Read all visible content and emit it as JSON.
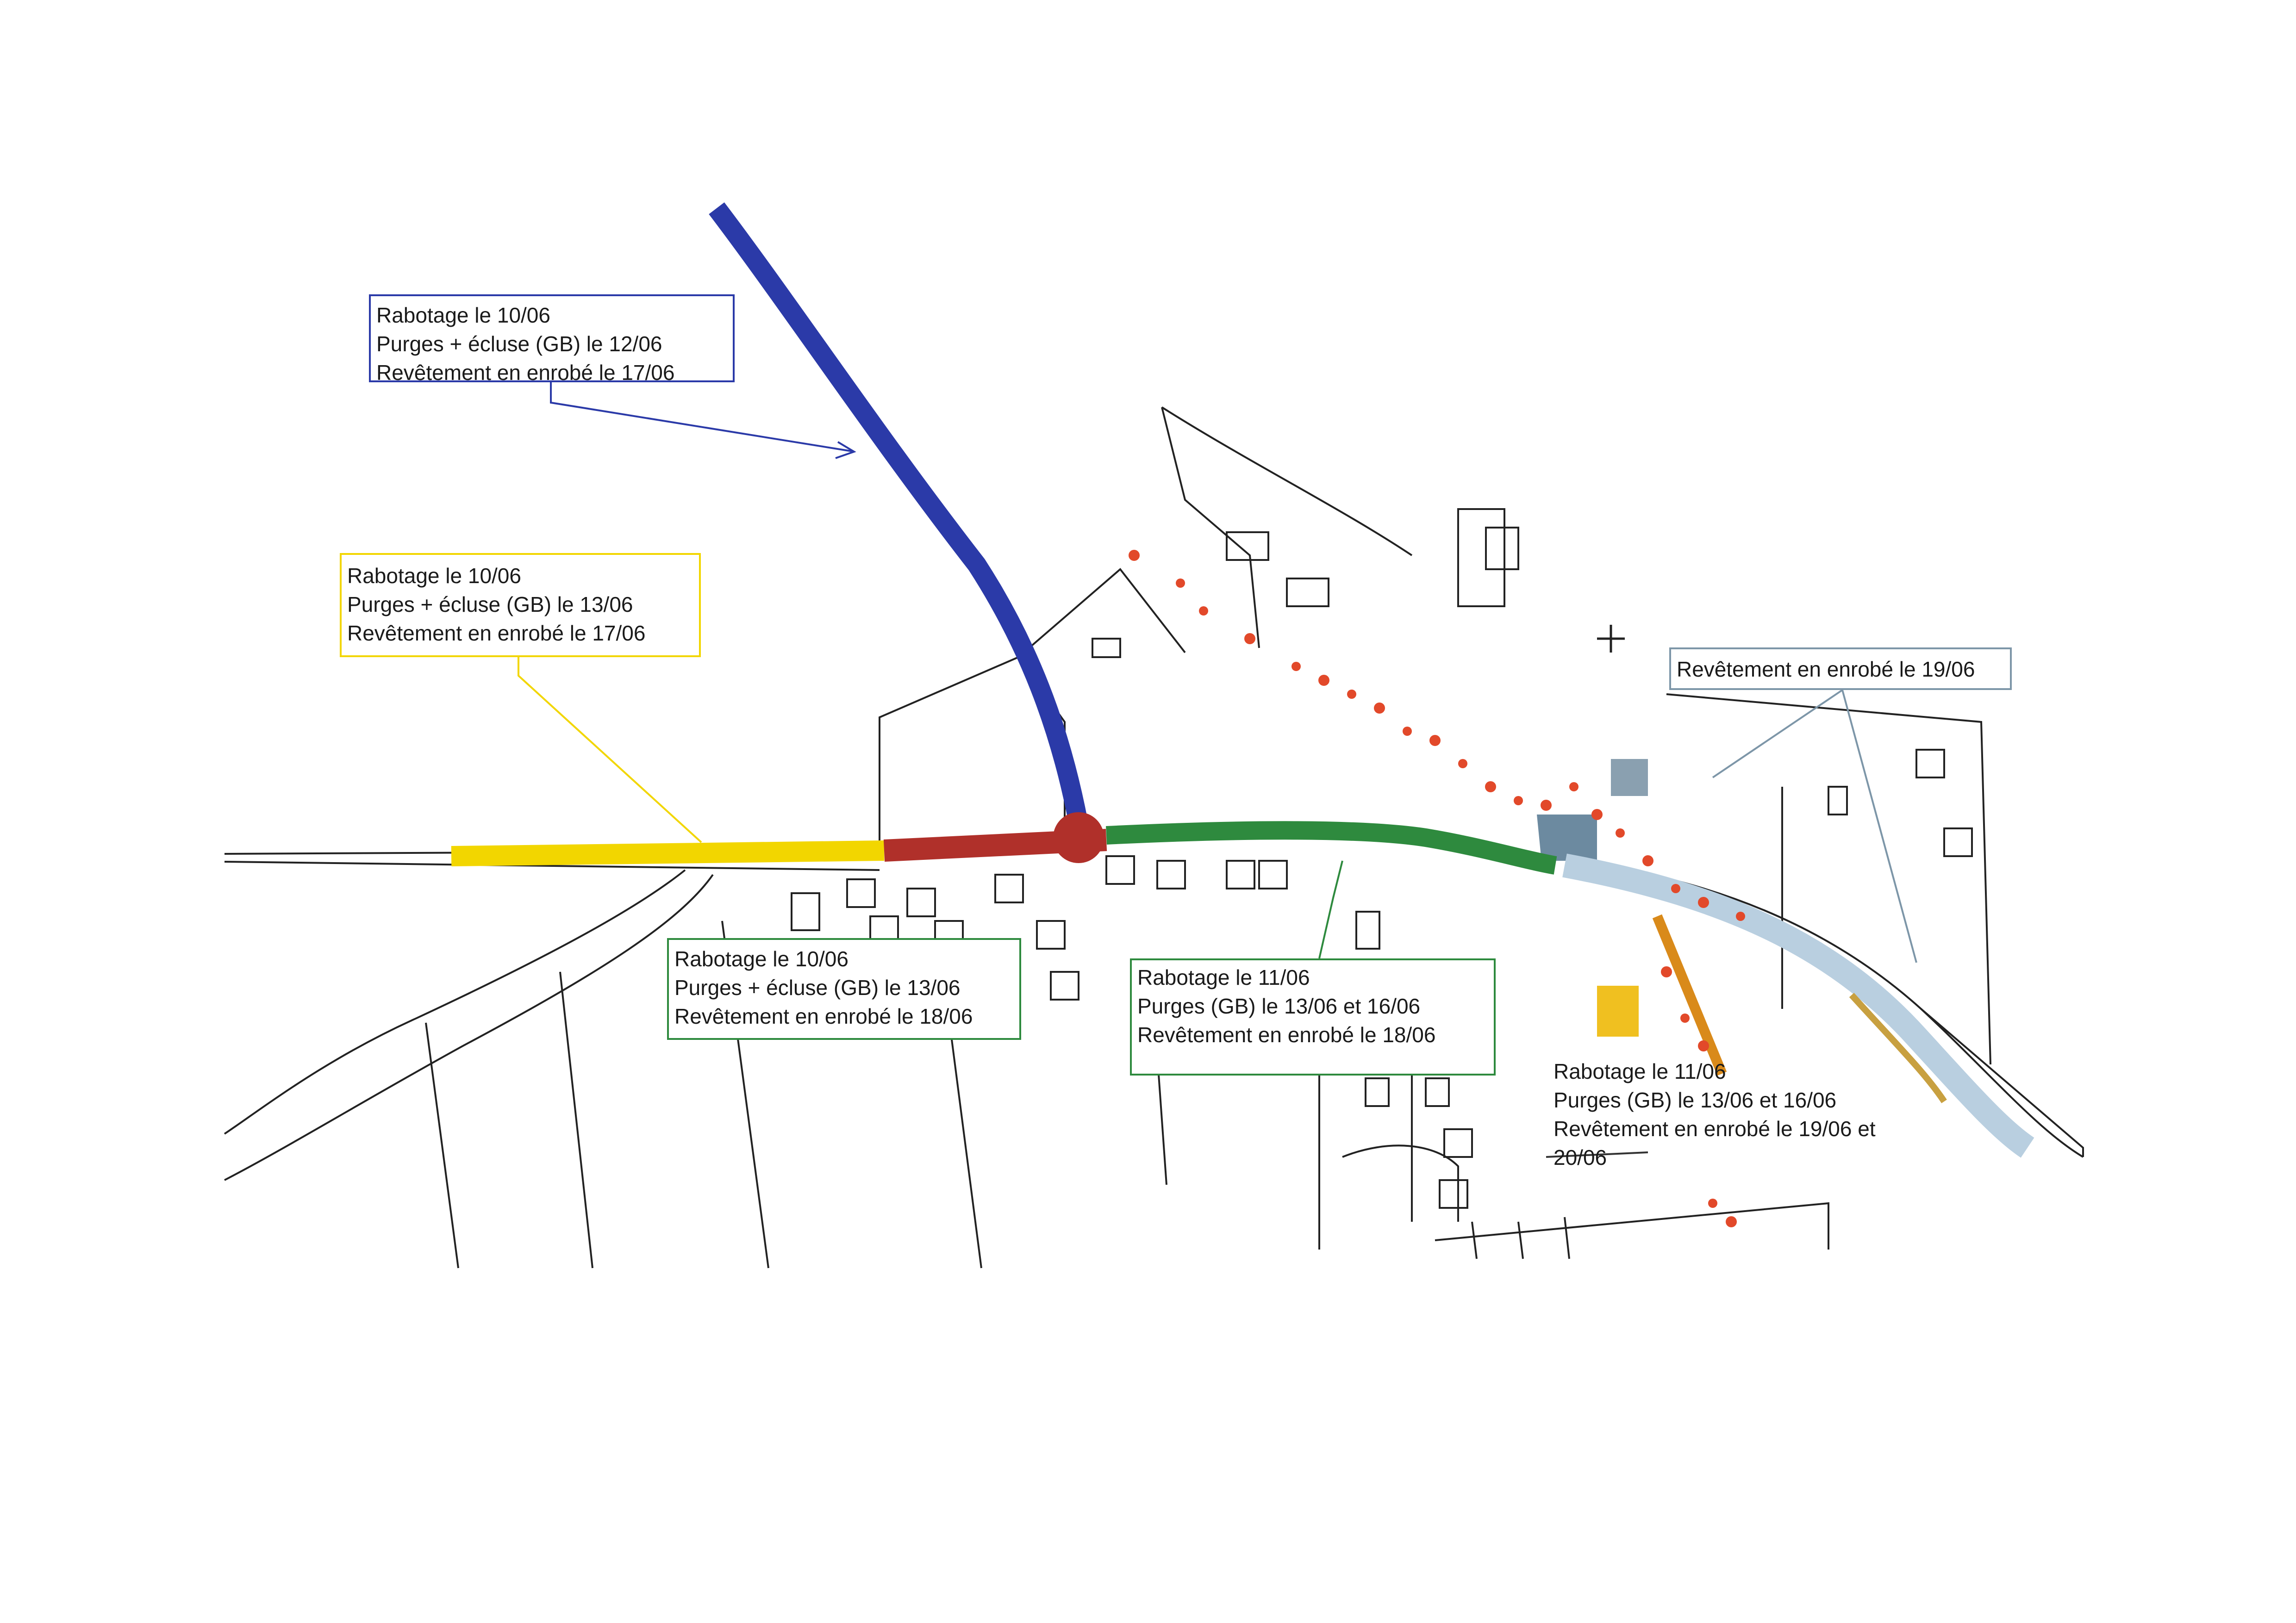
{
  "callouts": [
    {
      "id": "blue",
      "color": "#2b3aa8",
      "lines": [
        "Rabotage le 10/06",
        "Purges + écluse (GB) le 12/06",
        "Revêtement en enrobé le 17/06"
      ]
    },
    {
      "id": "yellow",
      "color": "#f2d600",
      "lines": [
        "Rabotage le 10/06",
        "Purges + écluse (GB) le 13/06",
        "Revêtement en enrobé le 17/06"
      ]
    },
    {
      "id": "green1",
      "color": "#2e8a3e",
      "lines": [
        "Rabotage le 10/06",
        "Purges + écluse (GB) le 13/06",
        "Revêtement en enrobé le 18/06"
      ]
    },
    {
      "id": "green2",
      "color": "#2e8a3e",
      "lines": [
        "Rabotage le 11/06",
        "Purges (GB) le 13/06 et 16/06",
        "Revêtement en enrobé le 18/06"
      ]
    },
    {
      "id": "orange",
      "color": "#d98a1a",
      "lines": [
        "Rabotage le 11/06",
        "Purges (GB) le 13/06 et 16/06",
        "Revêtement en enrobé le 19/06 et",
        "20/06"
      ]
    },
    {
      "id": "grey",
      "color": "#7d96a8",
      "lines": [
        "Revêtement en enrobé le 19/06"
      ]
    }
  ],
  "road_colors": {
    "north_road": "#2b3aa8",
    "west_road": "#f2d600",
    "crossroads": "#b0302a",
    "central_road": "#2e8a3e",
    "east_road": "#b9cfe0",
    "south_road": "#d98a1a"
  }
}
